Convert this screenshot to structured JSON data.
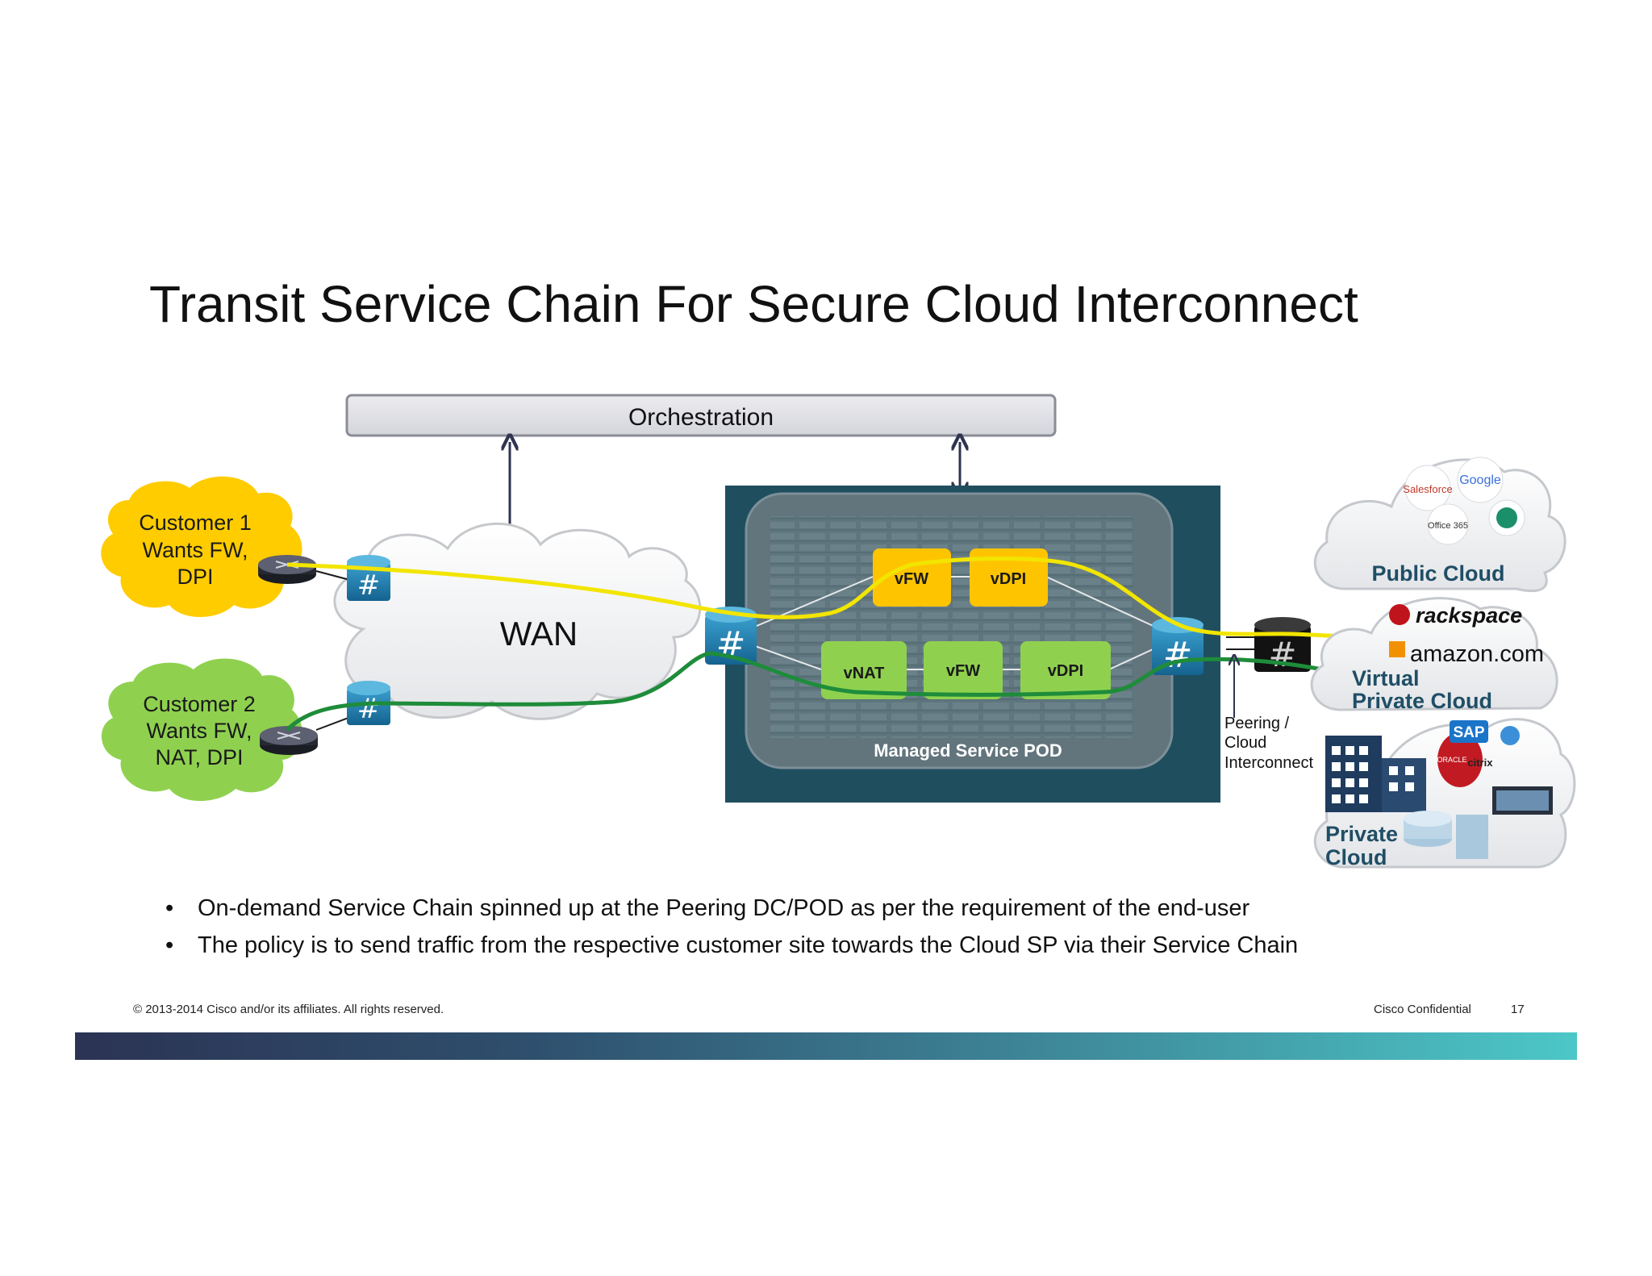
{
  "slide": {
    "title": "Transit Service Chain For Secure Cloud Interconnect",
    "page_number": "17",
    "copyright": "© 2013-2014  Cisco and/or its affiliates. All rights reserved.",
    "confidential": "Cisco Confidential"
  },
  "diagram": {
    "orchestration": "Orchestration",
    "wan": "WAN",
    "customer1": [
      "Customer 1",
      "Wants FW,",
      "DPI"
    ],
    "customer2": [
      "Customer 2",
      "Wants FW,",
      "NAT, DPI"
    ],
    "pod_label": "Managed Service POD",
    "chain1": [
      "vFW",
      "vDPI"
    ],
    "chain2": [
      "vNAT",
      "vFW",
      "vDPI"
    ],
    "peering": [
      "Peering /",
      "Cloud",
      "Interconnect"
    ],
    "public_cloud": "Public Cloud",
    "virtual_private_cloud": [
      "Virtual",
      "Private Cloud"
    ],
    "private_cloud": [
      "Private",
      "Cloud"
    ],
    "logos": [
      "Salesforce",
      "Google",
      "Office 365",
      "rackspace",
      "amazon.com",
      "SAP",
      "ORACLE",
      "citrix"
    ],
    "colors": {
      "customer1": "#ffcc00",
      "customer2": "#8fd14f",
      "path1": "#f2e500",
      "path2": "#1e8c3a",
      "pod_bg": "#1f4e5f",
      "router": "#1f7fb3",
      "cloud_text": "#1f4e66"
    }
  },
  "bullets": [
    "On-demand Service Chain spinned up at the Peering DC/POD as per the requirement of the end-user",
    "The policy is to send traffic from the respective customer site towards the Cloud SP via their Service Chain"
  ]
}
